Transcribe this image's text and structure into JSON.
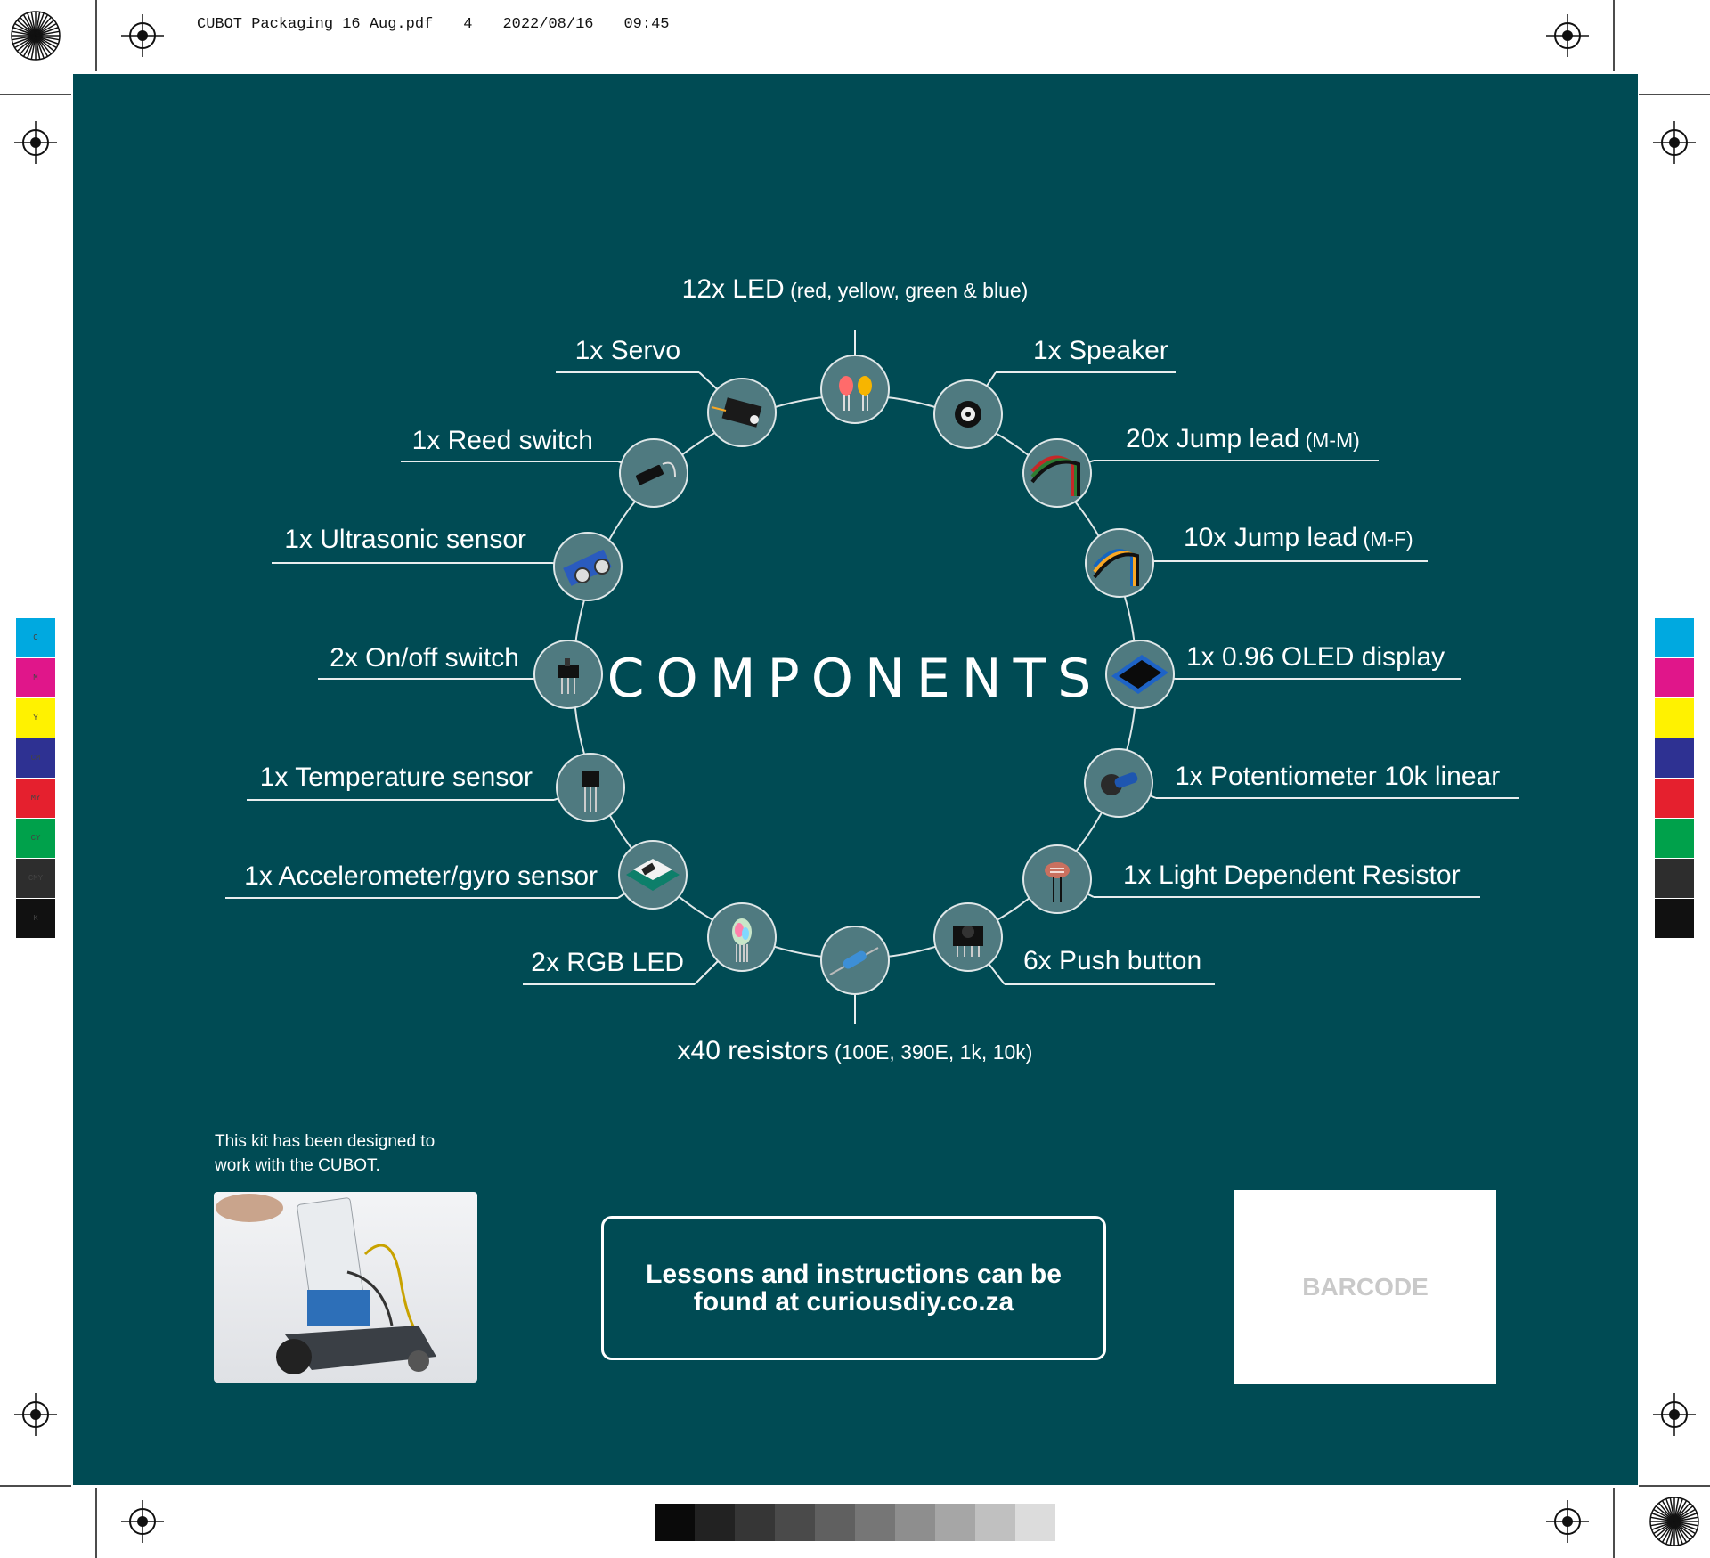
{
  "header": {
    "filename": "CUBOT Packaging 16 Aug.pdf",
    "page": "4",
    "date": "2022/08/16",
    "time": "09:45"
  },
  "title": "COMPONENTS",
  "components": [
    {
      "id": "led",
      "main": "12x LED",
      "sub": "(red, yellow, green & blue)",
      "icon": "led-icon"
    },
    {
      "id": "speaker",
      "main": "1x Speaker",
      "sub": "",
      "icon": "speaker-icon"
    },
    {
      "id": "jump-mm",
      "main": "20x Jump lead",
      "sub": "(M-M)",
      "icon": "jump-lead-icon"
    },
    {
      "id": "jump-mf",
      "main": "10x Jump lead",
      "sub": "(M-F)",
      "icon": "jump-lead-icon"
    },
    {
      "id": "oled",
      "main": "1x 0.96 OLED display",
      "sub": "",
      "icon": "oled-display-icon"
    },
    {
      "id": "pot",
      "main": "1x Potentiometer 10k linear",
      "sub": "",
      "icon": "potentiometer-icon"
    },
    {
      "id": "ldr",
      "main": "1x Light Dependent Resistor",
      "sub": "",
      "icon": "ldr-icon"
    },
    {
      "id": "push",
      "main": "6x Push button",
      "sub": "",
      "icon": "push-button-icon"
    },
    {
      "id": "resistors",
      "main": "x40 resistors",
      "sub": "(100E, 390E, 1k, 10k)",
      "icon": "resistor-icon"
    },
    {
      "id": "rgb",
      "main": "2x RGB LED",
      "sub": "",
      "icon": "rgb-led-icon"
    },
    {
      "id": "accel",
      "main": "1x Accelerometer/gyro sensor",
      "sub": "",
      "icon": "accelerometer-icon"
    },
    {
      "id": "temp",
      "main": "1x Temperature sensor",
      "sub": "",
      "icon": "temperature-sensor-icon"
    },
    {
      "id": "onoff",
      "main": "2x On/off switch",
      "sub": "",
      "icon": "switch-icon"
    },
    {
      "id": "ultra",
      "main": "1x Ultrasonic sensor",
      "sub": "",
      "icon": "ultrasonic-sensor-icon"
    },
    {
      "id": "reed",
      "main": "1x Reed switch",
      "sub": "",
      "icon": "reed-switch-icon"
    },
    {
      "id": "servo",
      "main": "1x Servo",
      "sub": "",
      "icon": "servo-icon"
    }
  ],
  "kit_note": {
    "line1": "This kit has been designed to",
    "line2": "work with the CUBOT."
  },
  "lessons": {
    "line1": "Lessons and instructions can be",
    "line2": "found at curiousdiy.co.za"
  },
  "barcode_label": "BARCODE",
  "color_bars": {
    "left_labels": [
      "C",
      "M",
      "Y",
      "CM",
      "MY",
      "CY",
      "CMY",
      "K"
    ],
    "colors": [
      "#00a9e0",
      "#e0168a",
      "#fff200",
      "#2e3192",
      "#e5202e",
      "#00a14b",
      "#2d2d2d",
      "#111111"
    ]
  },
  "gray_ramp": [
    "#0a0a0a",
    "#222222",
    "#363636",
    "#4a4a4a",
    "#606060",
    "#767676",
    "#8e8e8e",
    "#a6a6a6",
    "#c0c0c0",
    "#dcdcdc"
  ]
}
